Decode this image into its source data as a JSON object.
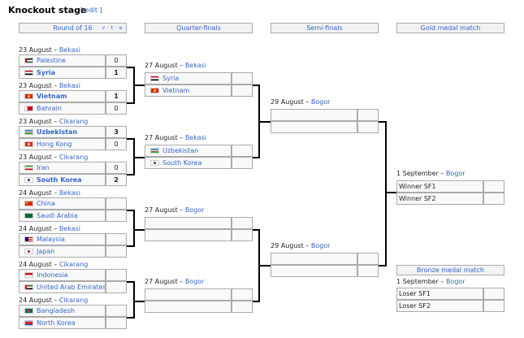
{
  "page": {
    "title": "Knockout stage",
    "edit_open": "[ ",
    "edit_label": "edit",
    "edit_close": " ]"
  },
  "headers": {
    "r16": "Round of 16",
    "vte": "v · t · e",
    "qf": "Quarter-finals",
    "sf": "Semi-finals",
    "gold": "Gold medal match",
    "bronze": "Bronze medal match"
  },
  "r16": [
    {
      "date": "23 August – ",
      "venue": "Bekasi",
      "teams": [
        {
          "name": "Palestine",
          "score": "0",
          "win": false,
          "flag": "palestine-flag-icon"
        },
        {
          "name": "Syria",
          "score": "1",
          "win": true,
          "flag": "syria-flag-icon"
        }
      ]
    },
    {
      "date": "23 August – ",
      "venue": "Bekasi",
      "teams": [
        {
          "name": "Vietnam",
          "score": "1",
          "win": true,
          "flag": "vietnam-flag-icon"
        },
        {
          "name": "Bahrain",
          "score": "0",
          "win": false,
          "flag": "bahrain-flag-icon"
        }
      ]
    },
    {
      "date": "23 August – ",
      "venue": "Cikarang",
      "teams": [
        {
          "name": "Uzbekistan",
          "score": "3",
          "win": true,
          "flag": "uzbekistan-flag-icon"
        },
        {
          "name": "Hong Kong",
          "score": "0",
          "win": false,
          "flag": "hong-kong-flag-icon"
        }
      ]
    },
    {
      "date": "23 August – ",
      "venue": "Cikarang",
      "teams": [
        {
          "name": "Iran",
          "score": "0",
          "win": false,
          "flag": "iran-flag-icon"
        },
        {
          "name": "South Korea",
          "score": "2",
          "win": true,
          "flag": "south-korea-flag-icon"
        }
      ]
    },
    {
      "date": "24 August – ",
      "venue": "Bekasi",
      "teams": [
        {
          "name": "China",
          "score": "",
          "win": false,
          "flag": "china-flag-icon"
        },
        {
          "name": "Saudi Arabia",
          "score": "",
          "win": false,
          "flag": "saudi-arabia-flag-icon"
        }
      ]
    },
    {
      "date": "24 August – ",
      "venue": "Bekasi",
      "teams": [
        {
          "name": "Malaysia",
          "score": "",
          "win": false,
          "flag": "malaysia-flag-icon"
        },
        {
          "name": "Japan",
          "score": "",
          "win": false,
          "flag": "japan-flag-icon"
        }
      ]
    },
    {
      "date": "24 August – ",
      "venue": "Cikarang",
      "teams": [
        {
          "name": "Indonesia",
          "score": "",
          "win": false,
          "flag": "indonesia-flag-icon"
        },
        {
          "name": "United Arab Emirates",
          "score": "",
          "win": false,
          "flag": "uae-flag-icon"
        }
      ]
    },
    {
      "date": "24 August – ",
      "venue": "Cikarang",
      "teams": [
        {
          "name": "Bangladesh",
          "score": "",
          "win": false,
          "flag": "bangladesh-flag-icon"
        },
        {
          "name": "North Korea",
          "score": "",
          "win": false,
          "flag": "north-korea-flag-icon"
        }
      ]
    }
  ],
  "qf": [
    {
      "date": "27 August – ",
      "venue": "Bekasi",
      "teams": [
        {
          "name": "Syria",
          "flag": "syria-flag-icon"
        },
        {
          "name": "Vietnam",
          "flag": "vietnam-flag-icon"
        }
      ]
    },
    {
      "date": "27 August – ",
      "venue": "Bekasi",
      "teams": [
        {
          "name": "Uzbekistan",
          "flag": "uzbekistan-flag-icon"
        },
        {
          "name": "South Korea",
          "flag": "south-korea-flag-icon"
        }
      ]
    },
    {
      "date": "27 August – ",
      "venue": "Bogor",
      "teams": [
        {
          "name": ""
        },
        {
          "name": ""
        }
      ]
    },
    {
      "date": "27 August – ",
      "venue": "Bogor",
      "teams": [
        {
          "name": ""
        },
        {
          "name": ""
        }
      ]
    }
  ],
  "sf": [
    {
      "date": "29 August – ",
      "venue": "Bogor",
      "teams": [
        {
          "name": ""
        },
        {
          "name": ""
        }
      ]
    },
    {
      "date": "29 August – ",
      "venue": "Bogor",
      "teams": [
        {
          "name": ""
        },
        {
          "name": ""
        }
      ]
    }
  ],
  "gold": {
    "date": "1 September – ",
    "venue": "Bogor",
    "teams": [
      {
        "name": "Winner SF1"
      },
      {
        "name": "Winner SF2"
      }
    ]
  },
  "bronze": {
    "date": "1 September – ",
    "venue": "Bogor",
    "teams": [
      {
        "name": "Loser SF1"
      },
      {
        "name": "Loser SF2"
      }
    ]
  }
}
